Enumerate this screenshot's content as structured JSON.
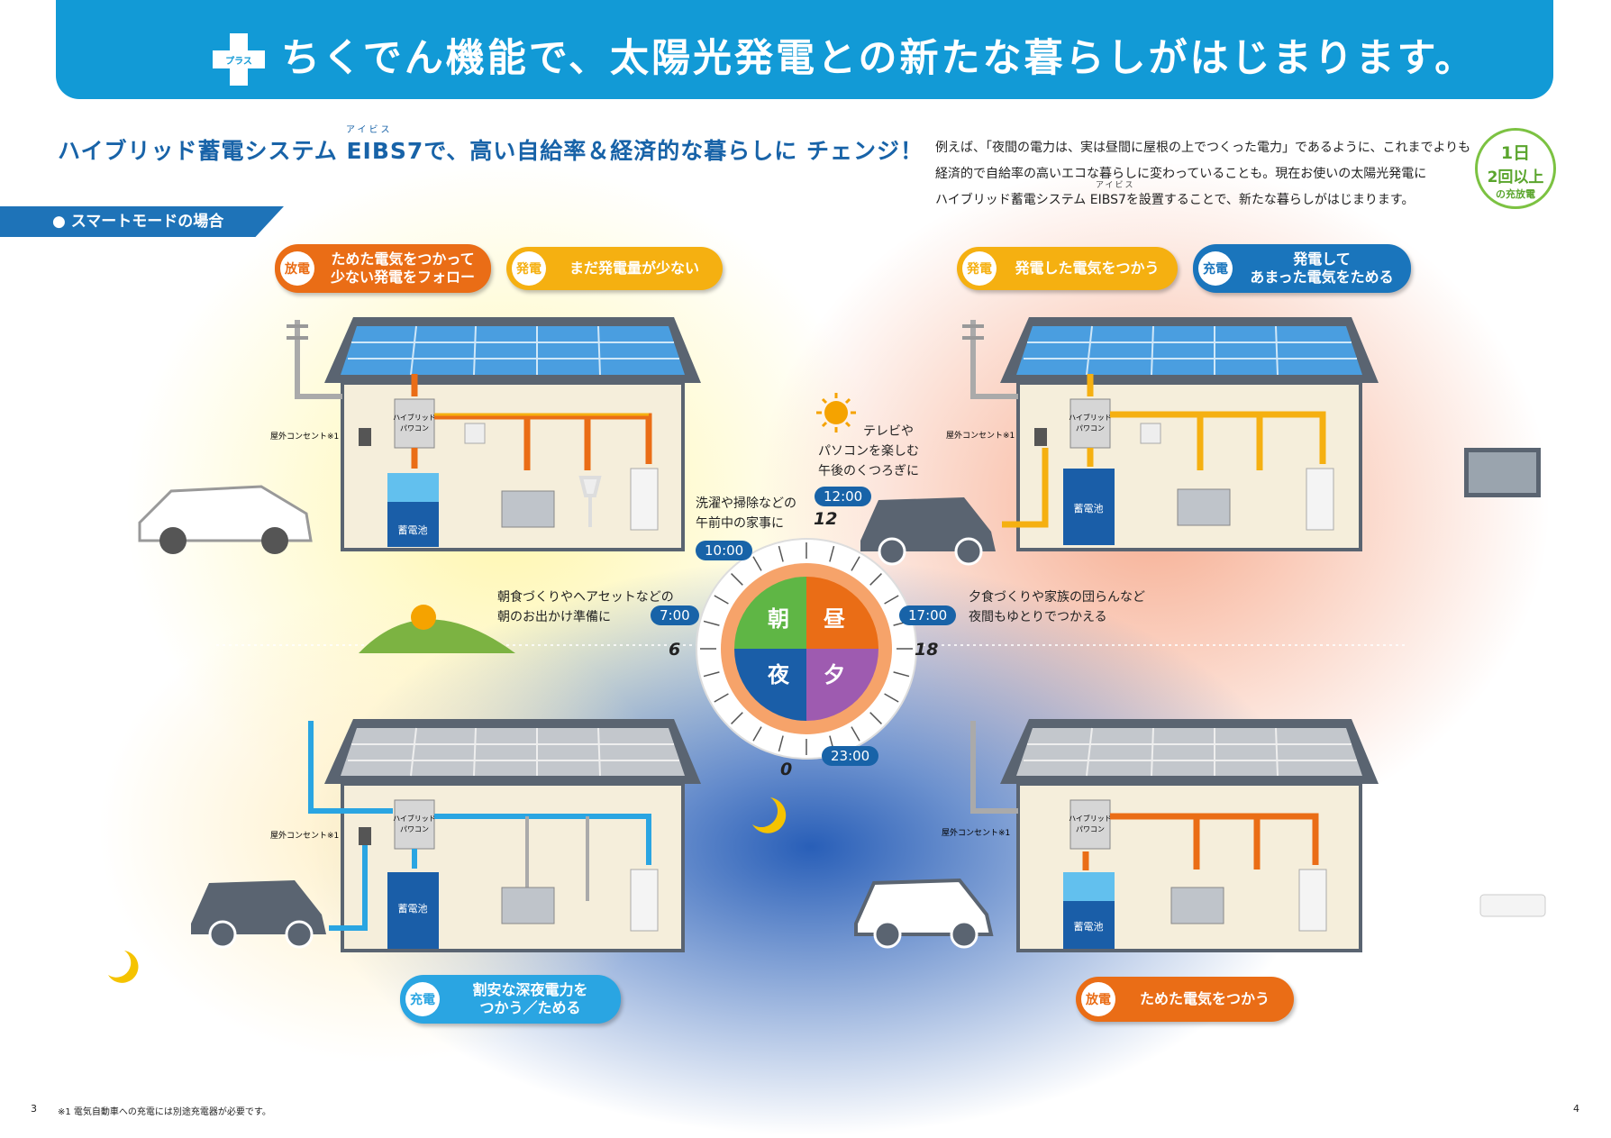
{
  "banner": {
    "plus_label": "プラス",
    "title": "ちくでん機能で、太陽光発電との新たな暮らしがはじまります。"
  },
  "headline": {
    "ruby": "アイビス",
    "text": "ハイブリッド蓄電システム EIBS7で、高い自給率＆経済的な暮らしに チェンジ！"
  },
  "intro": {
    "lines": [
      "例えば、「夜間の電力は、実は昼間に屋根の上でつくった電力」であるように、これまでよりも",
      "経済的で自給率の高いエコな暮らしに変わっていることも。現在お使いの太陽光発電に",
      "ハイブリッド蓄電システム EIBS7を設置することで、新たな暮らしがはじまります。"
    ],
    "ruby": "アイビス"
  },
  "badge": {
    "line1": "1日",
    "line2": "2回以上",
    "line3": "の充放電"
  },
  "mode_label": "スマートモードの場合",
  "pills": {
    "morning_discharge": {
      "tag": "放電",
      "text1": "ためた電気をつかって",
      "text2": "少ない発電をフォロー"
    },
    "morning_generate": {
      "tag": "発電",
      "text1": "まだ発電量が少ない"
    },
    "noon_generate": {
      "tag": "発電",
      "text1": "発電した電気をつかう"
    },
    "noon_charge": {
      "tag": "充電",
      "text1": "発電して",
      "text2": "あまった電気をためる"
    },
    "night_charge": {
      "tag": "充電",
      "text1": "割安な深夜電力を",
      "text2": "つかう／ためる"
    },
    "evening_discharge": {
      "tag": "放電",
      "text1": "ためた電気をつかう"
    }
  },
  "house_labels": {
    "hybrid1": "ハイブリッド",
    "hybrid2": "パワコン",
    "battery": "蓄電池",
    "outlet": "屋外コンセント※1"
  },
  "clock": {
    "morning": "朝",
    "noon": "昼",
    "evening": "夕",
    "night": "夜",
    "hour_6": "6",
    "hour_12": "12",
    "hour_18": "18",
    "hour_0": "0",
    "t0700": "7:00",
    "t1000": "10:00",
    "t1200": "12:00",
    "t1700": "17:00",
    "t2300": "23:00"
  },
  "captions": {
    "noon_a": "テレビや",
    "noon_b": "パソコンを楽しむ",
    "noon_c": "午後のくつろぎに",
    "chores_a": "洗濯や掃除などの",
    "chores_b": "午前中の家事に",
    "morning_a": "朝食づくりやヘアセットなどの",
    "morning_b": "朝のお出かけ準備に",
    "evening_a": "夕食づくりや家族の団らんなど",
    "evening_b": "夜間もゆとりでつかえる"
  },
  "footer": {
    "page_left": "3",
    "note": "※1 電気自動車への充電には別途充電器が必要です。",
    "page_right": "4"
  },
  "colors": {
    "banner": "#129ad6",
    "orange": "#ea6d16",
    "yellow": "#f5b011",
    "blue": "#1a75bc",
    "cyan": "#2aa5e2",
    "purple": "#9e5bb0",
    "green": "#7cc242"
  }
}
